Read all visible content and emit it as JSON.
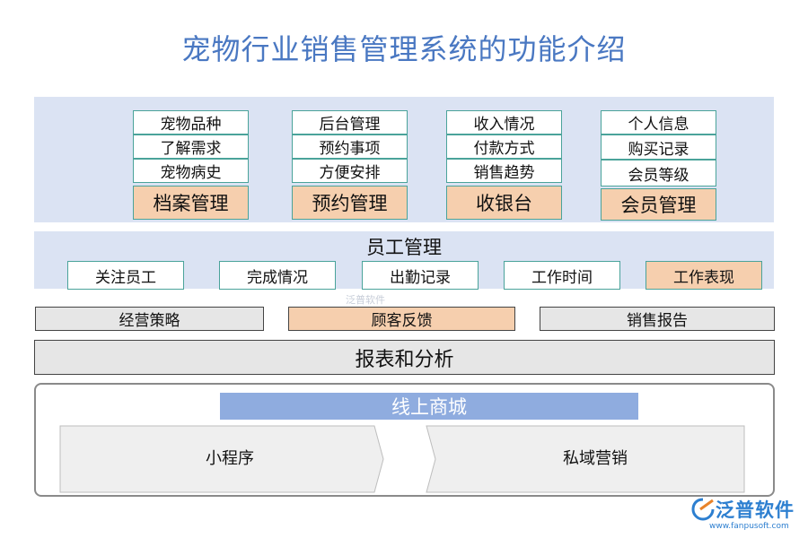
{
  "title": "宠物行业销售管理系统的功能介绍",
  "modules": [
    {
      "items": [
        "宠物品种",
        "了解需求",
        "宠物病史"
      ],
      "head": "档案管理"
    },
    {
      "items": [
        "后台管理",
        "预约事项",
        "方便安排"
      ],
      "head": "预约管理"
    },
    {
      "items": [
        "收入情况",
        "付款方式",
        "销售趋势"
      ],
      "head": "收银台"
    },
    {
      "items": [
        "个人信息",
        "购买记录",
        "会员等级"
      ],
      "head": "会员管理"
    }
  ],
  "employee": {
    "title": "员工管理",
    "items": [
      "关注员工",
      "完成情况",
      "出勤记录",
      "工作时间",
      "工作表现"
    ]
  },
  "row3": [
    "经营策略",
    "顾客反馈",
    "销售报告"
  ],
  "reports": "报表和分析",
  "mall": {
    "title": "线上商城",
    "left": "小程序",
    "right": "私域营销"
  },
  "watermark": "泛普软件",
  "logo": {
    "name": "泛普软件",
    "url": "www.fanpusoft.com"
  },
  "colors": {
    "accent_band": "#dbe3f3",
    "highlight": "#f6cfae",
    "mall_title": "#8facdf",
    "title": "#4a78c2"
  }
}
